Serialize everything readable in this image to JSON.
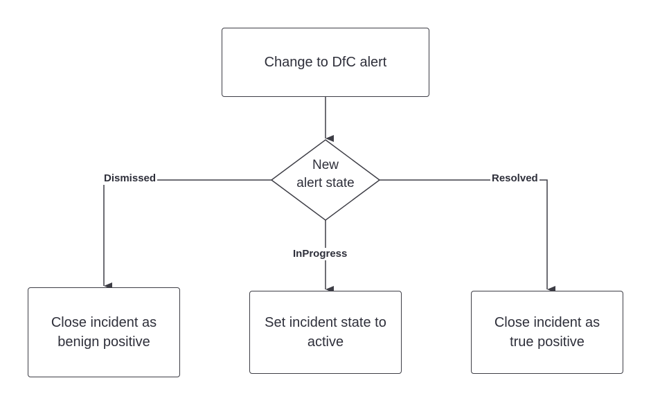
{
  "nodes": {
    "start": "Change to DfC alert",
    "decision": [
      "New",
      "alert state"
    ],
    "left": [
      "Close incident as",
      "benign positive"
    ],
    "middle": [
      "Set incident state to",
      "active"
    ],
    "right": [
      "Close incident as",
      "true positive"
    ]
  },
  "edges": {
    "left_label": "Dismissed",
    "middle_label": "InProgress",
    "right_label": "Resolved"
  },
  "colors": {
    "stroke": "#3d3d45",
    "text": "#2e2f3a",
    "background": "#ffffff"
  }
}
